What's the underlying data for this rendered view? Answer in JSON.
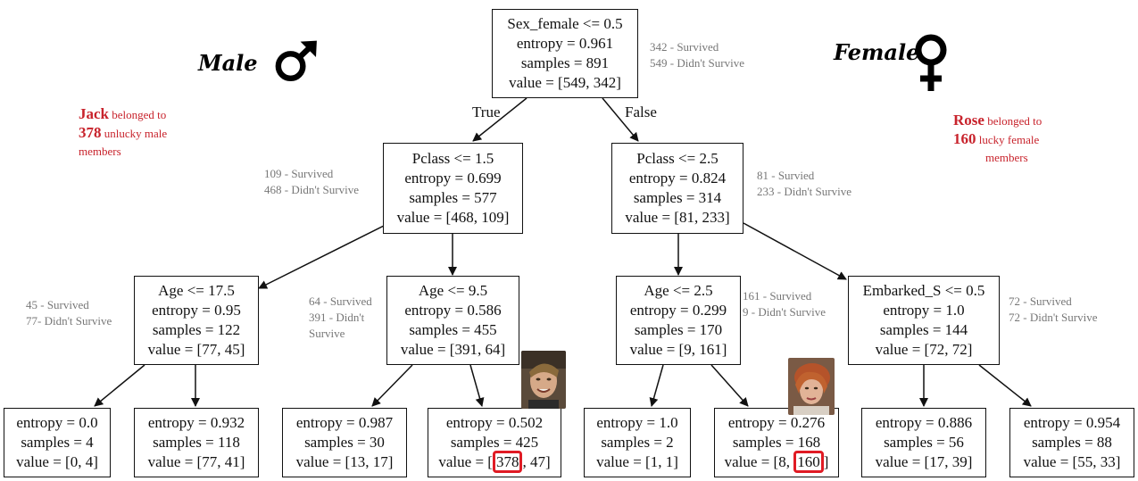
{
  "tree": {
    "root": {
      "lines": [
        "Sex_female <= 0.5",
        "entropy = 0.961",
        "samples = 891",
        "value = [549, 342]"
      ]
    },
    "edge_true": "True",
    "edge_false": "False",
    "l1": {
      "lines": [
        "Pclass <= 1.5",
        "entropy = 0.699",
        "samples = 577",
        "value = [468, 109]"
      ]
    },
    "r1": {
      "lines": [
        "Pclass <= 2.5",
        "entropy = 0.824",
        "samples = 314",
        "value = [81, 233]"
      ]
    },
    "l2a": {
      "lines": [
        "Age <= 17.5",
        "entropy = 0.95",
        "samples = 122",
        "value = [77, 45]"
      ]
    },
    "l2b": {
      "lines": [
        "Age <= 9.5",
        "entropy = 0.586",
        "samples = 455",
        "value = [391, 64]"
      ]
    },
    "r2a": {
      "lines": [
        "Age <= 2.5",
        "entropy = 0.299",
        "samples = 170",
        "value = [9, 161]"
      ]
    },
    "r2b": {
      "lines": [
        "Embarked_S <= 0.5",
        "entropy = 1.0",
        "samples = 144",
        "value = [72, 72]"
      ]
    },
    "leaf1": {
      "lines": [
        "entropy = 0.0",
        "samples = 4",
        "value = [0, 4]"
      ]
    },
    "leaf2": {
      "lines": [
        "entropy = 0.932",
        "samples = 118",
        "value = [77, 41]"
      ]
    },
    "leaf3": {
      "lines": [
        "entropy = 0.987",
        "samples = 30",
        "value = [13, 17]"
      ]
    },
    "leaf4": {
      "lines": [
        "entropy = 0.502",
        "samples = 425"
      ],
      "value_prefix": "value = [",
      "value_hl": "378",
      "value_suffix": ", 47]"
    },
    "leaf5": {
      "lines": [
        "entropy = 1.0",
        "samples = 2",
        "value = [1, 1]"
      ]
    },
    "leaf6": {
      "lines": [
        "entropy = 0.276",
        "samples = 168"
      ],
      "value_prefix": "value = [8, ",
      "value_hl": "160",
      "value_suffix": "]"
    },
    "leaf7": {
      "lines": [
        "entropy = 0.886",
        "samples = 56",
        "value = [17, 39]"
      ]
    },
    "leaf8": {
      "lines": [
        "entropy = 0.954",
        "samples = 88",
        "value = [55, 33]"
      ]
    }
  },
  "notes": {
    "root": [
      "342 - Survived",
      "549 - Didn't Survive"
    ],
    "l1": [
      "109 - Survived",
      "468 - Didn't Survive"
    ],
    "r1": [
      "81 - Survied",
      "233 - Didn't Survive"
    ],
    "l2a": [
      "45 - Survived",
      "77- Didn't Survive"
    ],
    "l2b": [
      "64 - Survived",
      "391 - Didn't",
      "Survive"
    ],
    "r2a": [
      "161 - Survived",
      "9 - Didn't Survive"
    ],
    "r2b": [
      "72 - Survived",
      "72 - Didn't Survive"
    ]
  },
  "labels": {
    "male": "Male",
    "female": "Female",
    "jack": {
      "name": "Jack",
      "text1": " belonged to",
      "num": "378",
      "text2": " unlucky male",
      "text3": "members"
    },
    "rose": {
      "name": "Rose",
      "text1": " belonged to",
      "num": "160",
      "text2": " lucky female",
      "text3": "members"
    }
  },
  "colors": {
    "highlight": "#e01b24",
    "note_gray": "#777777",
    "red_text": "#c8232c"
  }
}
